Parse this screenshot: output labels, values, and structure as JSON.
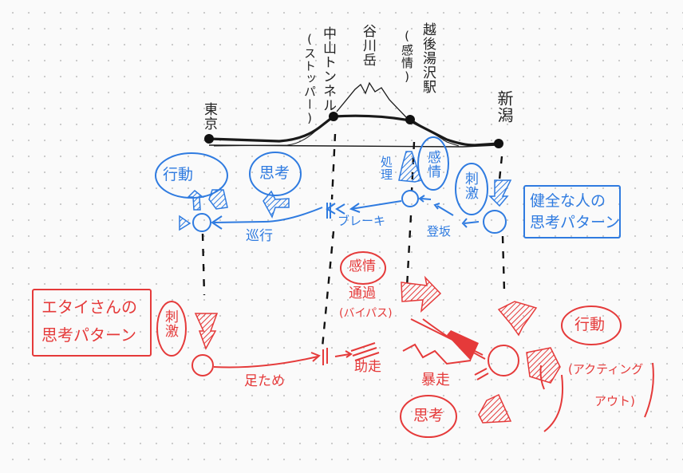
{
  "colors": {
    "ink": "#1a1a1a",
    "healthy": "#2f7be0",
    "etai": "#e53a3a",
    "grid_dot": "#c9c9c9"
  },
  "route": {
    "tokyo": "東京",
    "nakayama_tunnel": "中山トンネル",
    "nakayama_note": "(ストッパー)",
    "tanigawa": "谷川岳",
    "echigo_yuzawa": "越後湯沢駅",
    "echigo_note": "(感情)",
    "niigata": "新潟"
  },
  "healthy": {
    "title_line1": "健全な人の",
    "title_line2": "思考パターン",
    "stimulus": "刺激",
    "climb": "登坂",
    "emotion": "感情",
    "processing": "処理",
    "brake": "ブレーキ",
    "cruise": "巡行",
    "thought": "思考",
    "action": "行動"
  },
  "etai": {
    "title_line1": "エタイさんの",
    "title_line2": "思考パターン",
    "stimulus": "刺激",
    "stall": "足ため",
    "run_up": "助走",
    "emotion": "感情",
    "pass": "通過",
    "bypass": "(バイパス)",
    "runaway": "暴走",
    "thought": "思考",
    "action": "行動",
    "acting_out_1": "(アクティング",
    "acting_out_2": "アウト)"
  }
}
